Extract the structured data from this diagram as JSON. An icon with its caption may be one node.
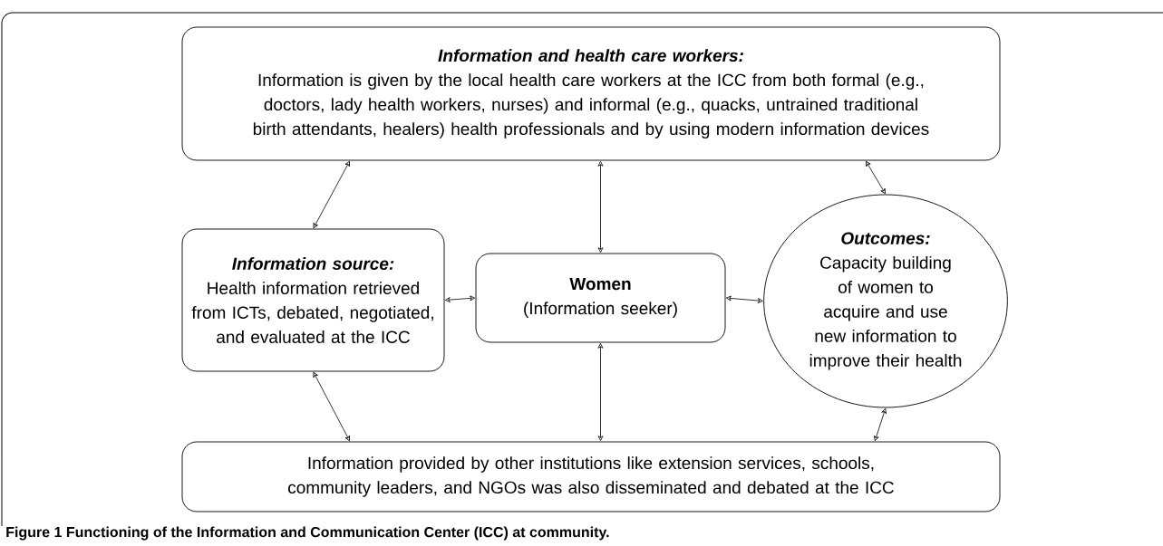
{
  "diagram": {
    "caption": "Figure 1 Functioning of the Information and Communication Center (ICC) at community.",
    "nodes": [
      {
        "text": [
          "Information and health care workers:",
          "Information is given by the local health care workers at the ICC from both formal (e.g., doctors, lady health workers, nurses) and informal (e.g., quacks, untrained traditional birth attendants, healers) health professionals and by using modern information devices"
        ]
      },
      {
        "text": [
          "Information source:",
          "Health information retrieved from ICTs, debated, negotiated, and evaluated at the ICC"
        ]
      },
      {
        "text": [
          "Women",
          "(Information seeker)"
        ]
      },
      {
        "text": [
          "Outcomes:",
          "Capacity building of women to acquire and use new information to improve their health"
        ]
      },
      {
        "text": [
          "Information provided by other institutions like extension services, schools, community leaders, and NGOs was also disseminated and debated at the ICC"
        ]
      }
    ],
    "edges": [
      {
        "from": 1,
        "to": 0,
        "arrow": "both"
      },
      {
        "from": 2,
        "to": 0,
        "arrow": "both"
      },
      {
        "from": 3,
        "to": 0,
        "arrow": "both"
      },
      {
        "from": 1,
        "to": 2,
        "arrow": "both"
      },
      {
        "from": 2,
        "to": 3,
        "arrow": "both"
      },
      {
        "from": 1,
        "to": 4,
        "arrow": "both"
      },
      {
        "from": 2,
        "to": 4,
        "arrow": "both"
      },
      {
        "from": 3,
        "to": 4,
        "arrow": "both"
      }
    ]
  }
}
